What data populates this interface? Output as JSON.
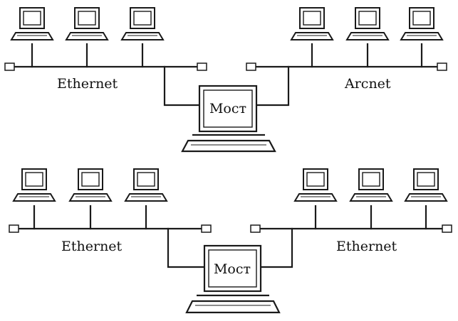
{
  "diagram": {
    "top": {
      "left_network": "Ethernet",
      "right_network": "Arcnet",
      "bridge_label": "Мост"
    },
    "bottom": {
      "left_network": "Ethernet",
      "right_network": "Ethernet",
      "bridge_label": "Мост"
    }
  }
}
